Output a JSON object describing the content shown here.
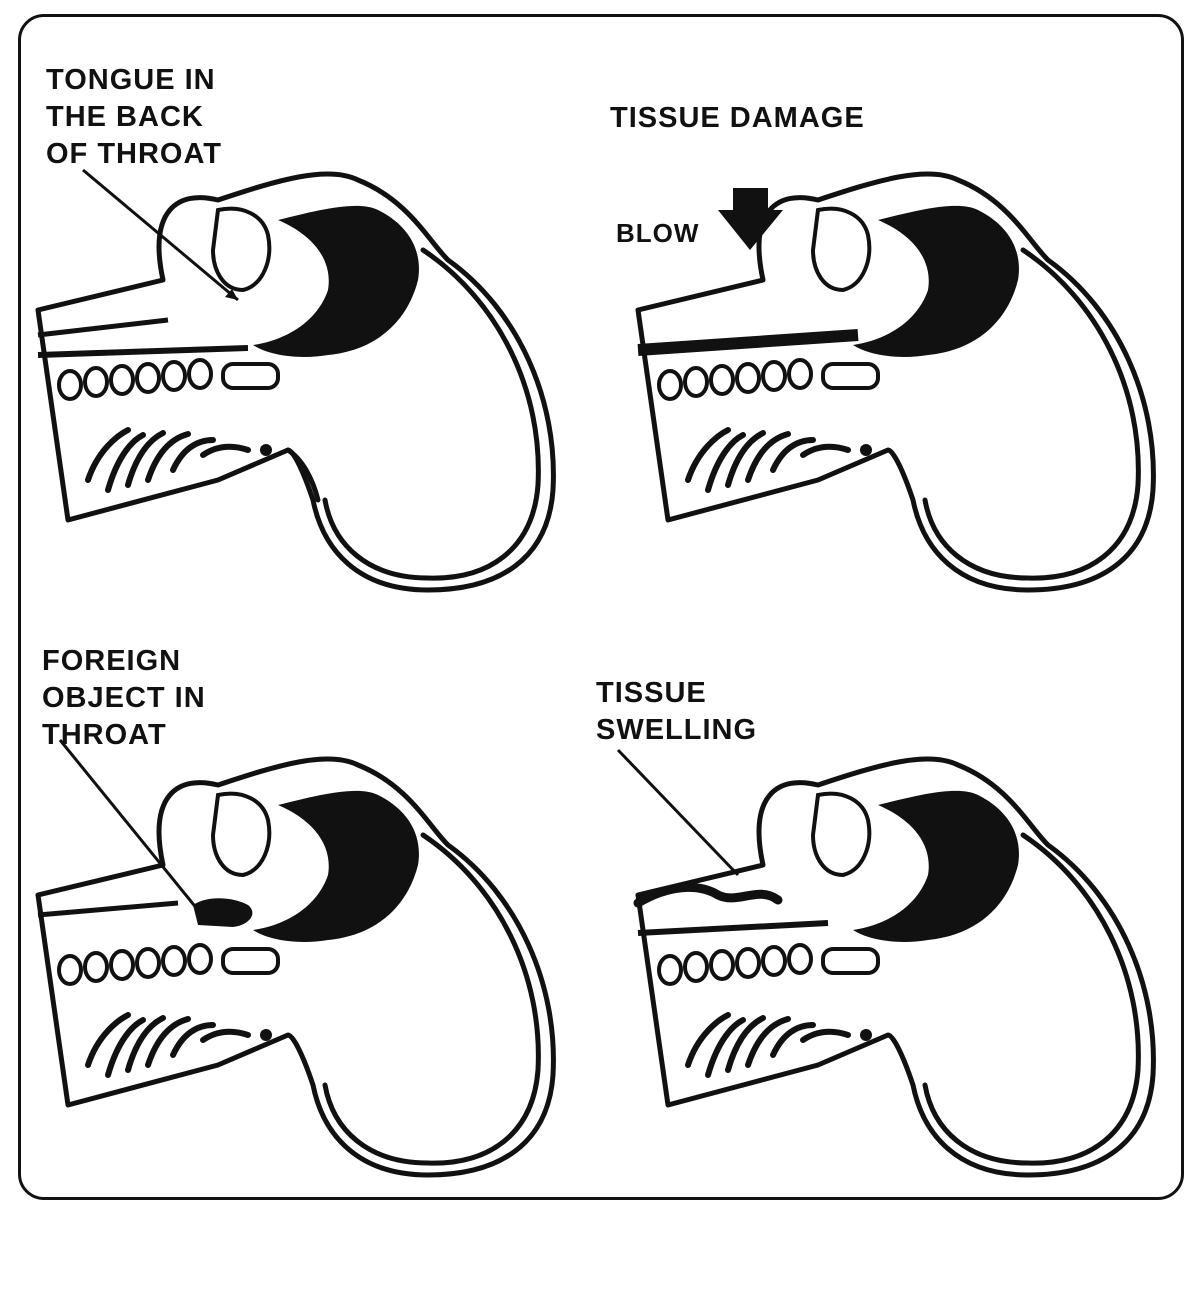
{
  "panels": [
    {
      "id": "p1",
      "label": "TONGUE IN\nTHE BACK\nOF THROAT"
    },
    {
      "id": "p2",
      "label": "TISSUE  DAMAGE",
      "sublabel": "BLOW"
    },
    {
      "id": "p3",
      "label": "FOREIGN\nOBJECT IN\nTHROAT"
    },
    {
      "id": "p4",
      "label": "TISSUE\nSWELLING"
    }
  ]
}
